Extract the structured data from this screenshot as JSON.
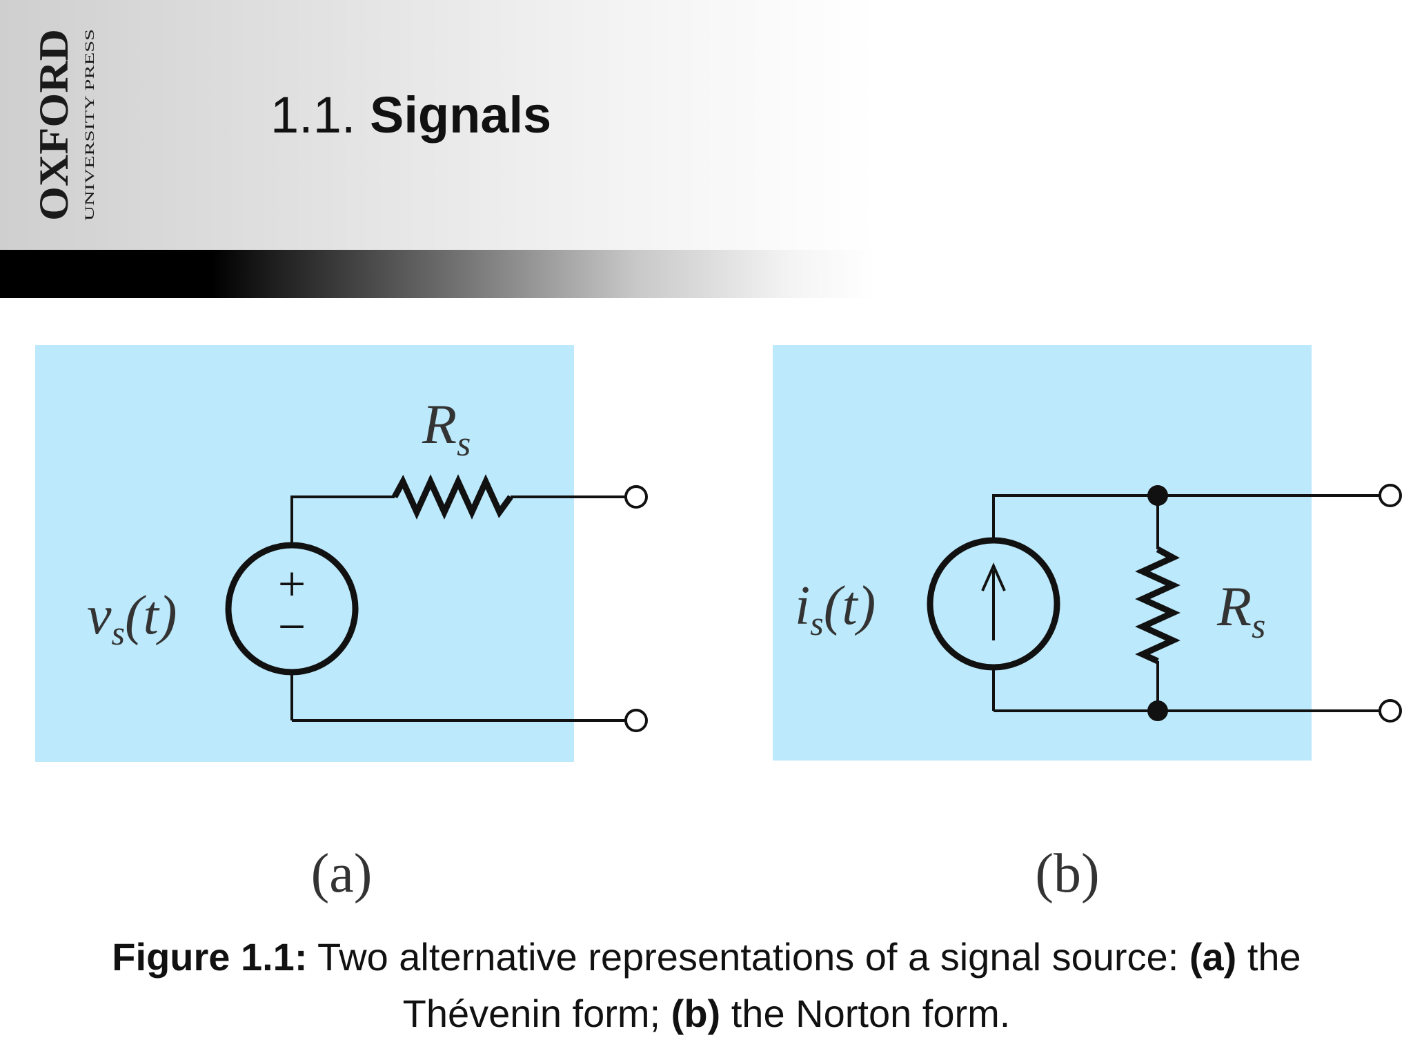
{
  "logo": {
    "name": "OXFORD",
    "subtitle": "UNIVERSITY PRESS"
  },
  "slide": {
    "title_number": "1.1.",
    "title_word": "Signals"
  },
  "figure": {
    "panel_a": {
      "source_label_main": "v",
      "source_label_sub": "s",
      "source_label_tail": "(t)",
      "plus_sign": "+",
      "minus_sign": "−",
      "resistor_main": "R",
      "resistor_sub": "s",
      "sublabel": "(a)"
    },
    "panel_b": {
      "source_label_main": "i",
      "source_label_sub": "s",
      "source_label_tail": "(t)",
      "resistor_main": "R",
      "resistor_sub": "s",
      "sublabel": "(b)"
    },
    "colors": {
      "panel_fill": "#bce9fb",
      "wire": "#111111"
    }
  },
  "caption": {
    "bold_prefix": "Figure 1.1:",
    "text_1": " Two alternative representations of a signal source: ",
    "bold_a": "(a)",
    "text_2": " the Thévenin form; ",
    "bold_b": "(b)",
    "text_3": " the Norton form."
  }
}
